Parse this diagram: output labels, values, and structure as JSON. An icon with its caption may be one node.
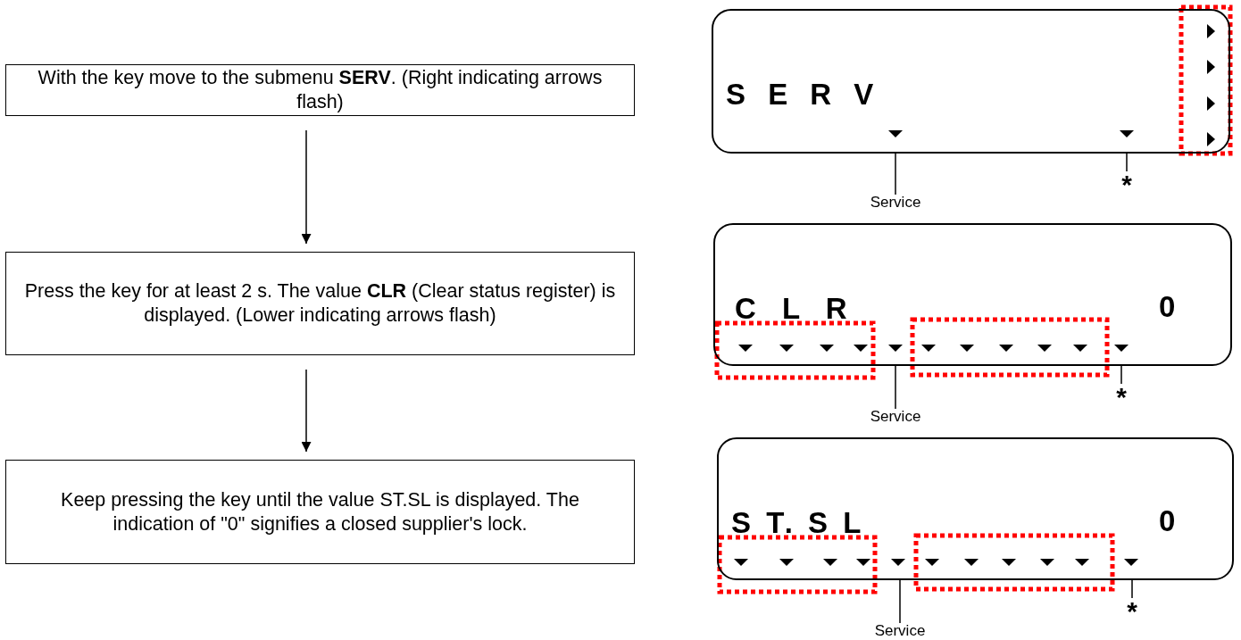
{
  "diagram": {
    "nodes": [
      {
        "text": [
          "With the key move to the submenu **SERV**. (Right indicating arrows flash)"
        ]
      },
      {
        "text": [
          "Press the key for at least 2 s. The value **CLR** (Clear status register) is displayed. (Lower indicating arrows flash)"
        ]
      },
      {
        "text": [
          "Keep pressing the key until the value ST.SL is displayed. The indication of \"0\" signifies a closed supplier's lock."
        ]
      },
      {
        "text": [
          "S E R V"
        ]
      },
      {
        "text": [
          "C L R",
          "0"
        ]
      },
      {
        "text": [
          "S T. S L",
          "0"
        ]
      },
      {
        "text": [
          "Service"
        ]
      },
      {
        "text": [
          "*"
        ]
      },
      {
        "text": [
          "Service"
        ]
      },
      {
        "text": [
          "*"
        ]
      },
      {
        "text": [
          "Service"
        ]
      },
      {
        "text": [
          "*"
        ]
      }
    ],
    "edges": [
      {
        "from": 0,
        "to": 1,
        "arrow": "to"
      },
      {
        "from": 1,
        "to": 2,
        "arrow": "to"
      },
      {
        "from": 6,
        "to": 3,
        "arrow": "none"
      },
      {
        "from": 7,
        "to": 3,
        "arrow": "none"
      },
      {
        "from": 8,
        "to": 4,
        "arrow": "none"
      },
      {
        "from": 9,
        "to": 4,
        "arrow": "none"
      },
      {
        "from": 10,
        "to": 5,
        "arrow": "none"
      },
      {
        "from": 11,
        "to": 5,
        "arrow": "none"
      }
    ]
  }
}
